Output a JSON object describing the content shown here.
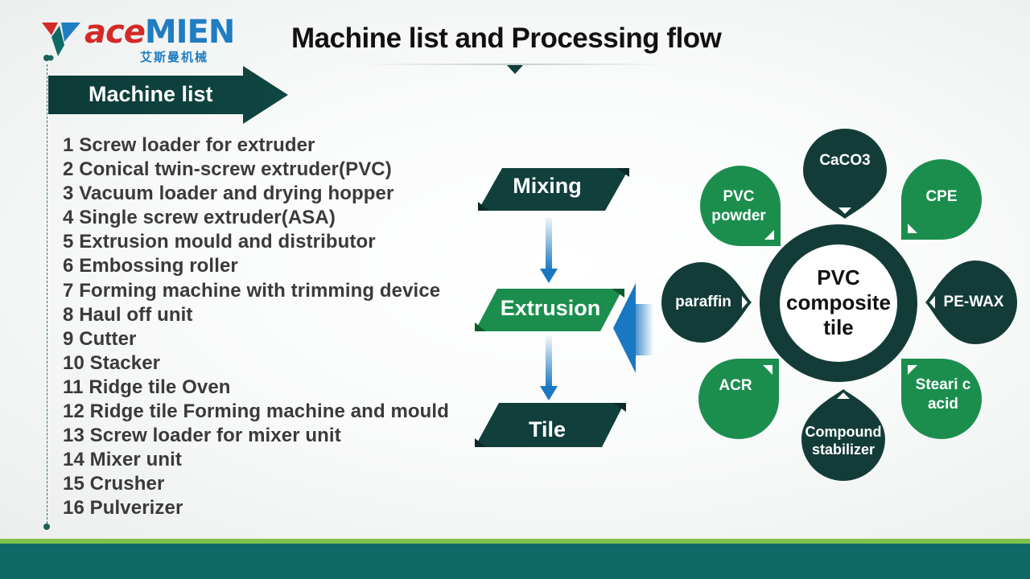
{
  "brand": {
    "logo_text_ace": "ace",
    "logo_text_mien": "MIEN",
    "logo_cn": "艾斯曼机械",
    "colors": {
      "red": "#d42a27",
      "blue": "#1f7dc2"
    }
  },
  "page_title": "Machine list and Processing flow",
  "machine_list": {
    "title": "Machine list",
    "items": [
      "1 Screw loader for extruder",
      "2 Conical twin-screw extruder(PVC)",
      "3 Vacuum loader and drying hopper",
      "4 Single screw extruder(ASA)",
      "5 Extrusion mould and distributor",
      "6 Embossing roller",
      "7 Forming machine with trimming device",
      "8 Haul off unit",
      "9 Cutter",
      "10 Stacker",
      "11 Ridge tile Oven",
      "12 Ridge tile Forming machine and mould",
      "13 Screw loader for mixer unit",
      "14 Mixer unit",
      "15 Crusher",
      "16 Pulverizer"
    ]
  },
  "flow": {
    "steps": [
      "Mixing",
      "Extrusion",
      "Tile"
    ],
    "colors": {
      "dark": "#113f3c",
      "green": "#1b8e4e",
      "arrow": "#1a78c2"
    }
  },
  "composition": {
    "center": "PVC composite tile",
    "ingredients": {
      "caco3": "CaCO3",
      "cpe": "CPE",
      "pe_wax": "PE-WAX",
      "stearic_acid": "Steari c acid",
      "compound_stabilizer": "Compound stabilizer",
      "acr": "ACR",
      "paraffin": "paraffin",
      "pvc_powder": "PVC powder"
    },
    "colors": {
      "dark": "#133c38",
      "green": "#1b8e4e"
    }
  },
  "footer": {
    "colors": {
      "green": "#7cc24a",
      "teal": "#0f6a67"
    }
  }
}
